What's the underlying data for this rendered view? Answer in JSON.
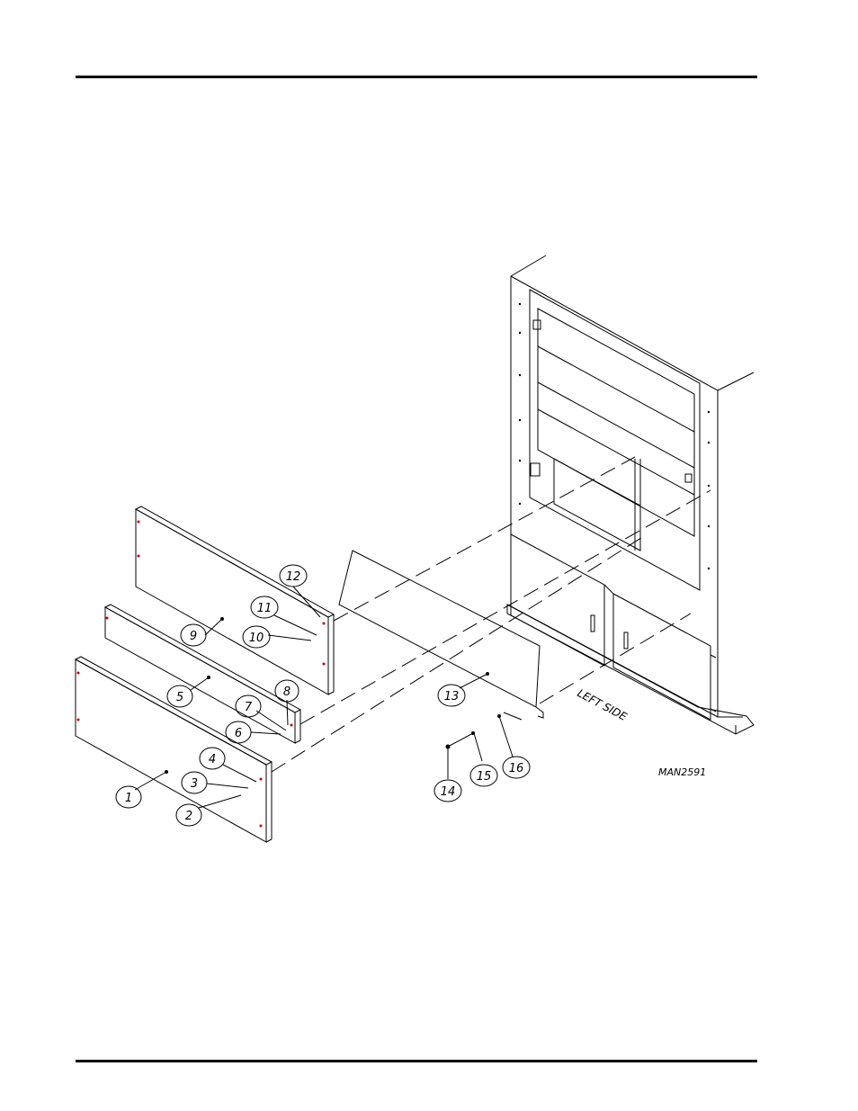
{
  "drawing": {
    "id_label": "MAN2591",
    "side_label": "LEFT SIDE"
  },
  "callouts": [
    "1",
    "2",
    "3",
    "4",
    "5",
    "6",
    "7",
    "8",
    "9",
    "10",
    "11",
    "12",
    "13",
    "14",
    "15",
    "16"
  ],
  "colors": {
    "line": "#000000",
    "fastener_dot": "#cc0000",
    "background": "#ffffff"
  }
}
